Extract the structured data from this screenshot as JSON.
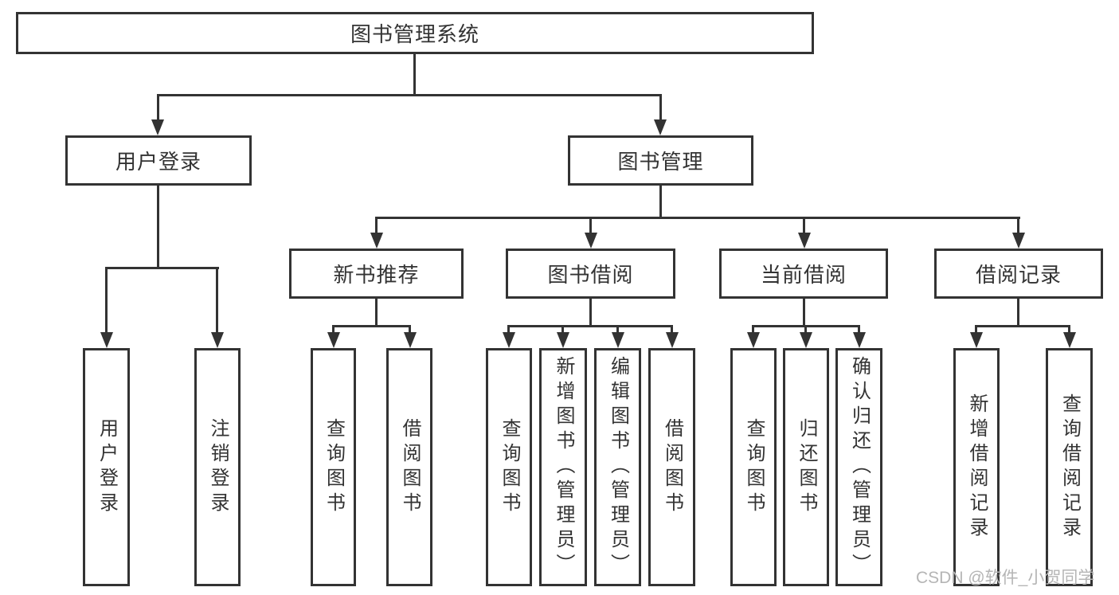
{
  "nodes": {
    "root": "图书管理系统",
    "level2": {
      "user_login": "用户登录",
      "book_management": "图书管理"
    },
    "level3": {
      "new_book_recommend": "新书推荐",
      "book_borrowing": "图书借阅",
      "current_borrowing": "当前借阅",
      "borrowing_records": "借阅记录"
    },
    "leaves": {
      "user_login": [
        "用户登录",
        "注销登录"
      ],
      "new_book_recommend": [
        "查询图书",
        "借阅图书"
      ],
      "book_borrowing": [
        "查询图书",
        "新增图书（管理员）",
        "编辑图书（管理员）",
        "借阅图书"
      ],
      "current_borrowing": [
        "查询图书",
        "归还图书",
        "确认归还（管理员）"
      ],
      "borrowing_records": [
        "新增借阅记录",
        "查询借阅记录"
      ]
    }
  },
  "watermark": "CSDN @软件_小贺同学",
  "colors": {
    "line": "#333333",
    "text": "#333333",
    "background": "#ffffff",
    "watermark": "#b5b5b5"
  }
}
